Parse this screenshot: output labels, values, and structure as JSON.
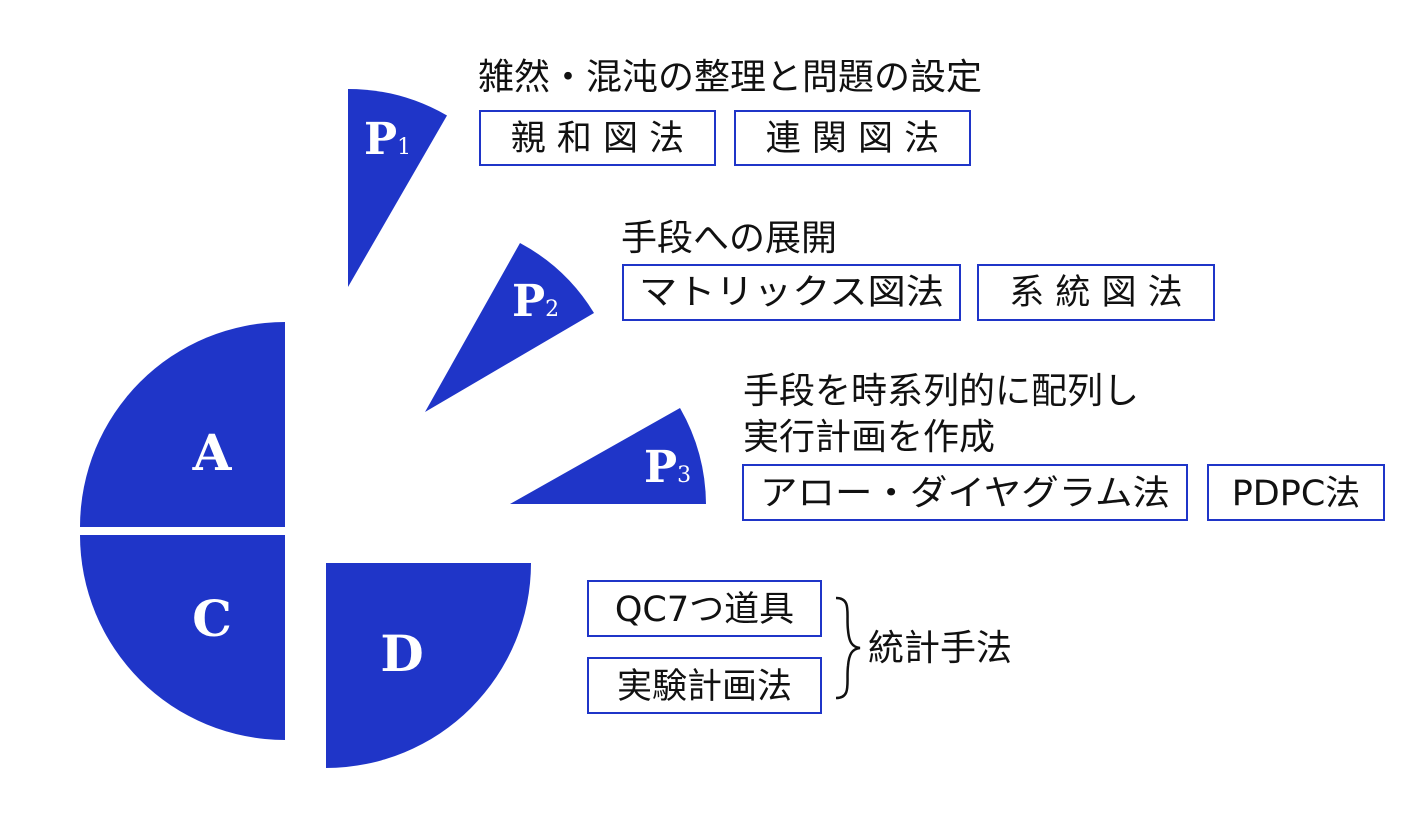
{
  "colors": {
    "segment_fill": "#1f35c8",
    "box_border": "#1f35c8",
    "text": "#111111"
  },
  "segments": {
    "a": "A",
    "c": "C",
    "d": "D",
    "p1": {
      "main": "P",
      "sub": "1"
    },
    "p2": {
      "main": "P",
      "sub": "2"
    },
    "p3": {
      "main": "P",
      "sub": "3"
    }
  },
  "groups": {
    "p1": {
      "heading": "雑然・混沌の整理と問題の設定",
      "tools": [
        "親 和 図 法",
        "連 関 図 法"
      ]
    },
    "p2": {
      "heading": "手段への展開",
      "tools": [
        "マトリックス図法",
        "系 統 図 法"
      ]
    },
    "p3": {
      "heading_lines": [
        "手段を時系列的に配列し",
        "実行計画を作成"
      ],
      "tools": [
        "アロー・ダイヤグラム法",
        "PDPC法"
      ]
    },
    "d": {
      "tools": [
        "QC7つ道具",
        "実験計画法"
      ],
      "brace_label": "統計手法"
    }
  }
}
